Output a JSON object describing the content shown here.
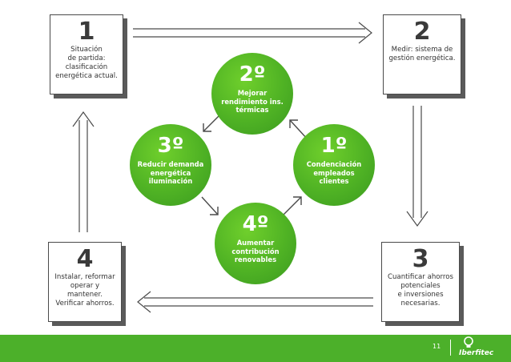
{
  "steps": {
    "s1": {
      "num": "1",
      "text": "Situación\nde partida:\nclasificación\nenergética actual."
    },
    "s2": {
      "num": "2",
      "text": "Medir: sistema de\ngestión energética."
    },
    "s3": {
      "num": "3",
      "text": "Cuantificar ahorros\npotenciales\ne inversiones\nnecesarias."
    },
    "s4": {
      "num": "4",
      "text": "Instalar, reformar\noperar y mantener.\nVerificar ahorros."
    }
  },
  "circles": {
    "c1": {
      "ord": "1º",
      "text": "Condenciación\nempleados\nclientes"
    },
    "c2": {
      "ord": "2º",
      "text": "Mejorar\nrendimiento ins.\ntérmicas"
    },
    "c3": {
      "ord": "3º",
      "text": "Reducir demanda\nenergética\niluminación"
    },
    "c4": {
      "ord": "4º",
      "text": "Aumentar\ncontribución\nrenovables"
    }
  },
  "footer": {
    "page": "11",
    "brand": "Iberfitec"
  },
  "colors": {
    "green": "#4cb02a",
    "box_border": "#4a4a4a"
  },
  "icons": [
    "lightbulb-icon"
  ]
}
